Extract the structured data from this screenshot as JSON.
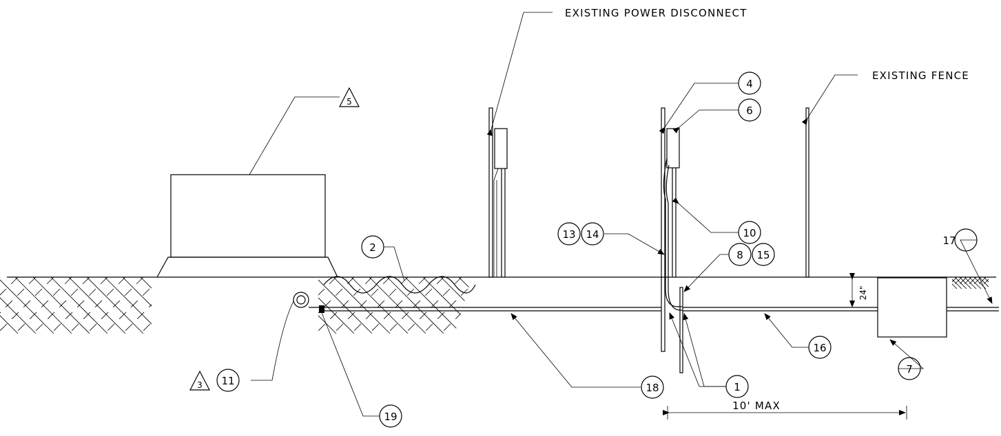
{
  "labels": {
    "existing_power_disconnect": "EXISTING POWER DISCONNECT",
    "existing_fence": "EXISTING FENCE",
    "max_distance": "10' MAX",
    "depth": "24\""
  },
  "callouts": [
    {
      "id": "c1",
      "text": "1"
    },
    {
      "id": "c2",
      "text": "2"
    },
    {
      "id": "c4",
      "text": "4"
    },
    {
      "id": "c6",
      "text": "6"
    },
    {
      "id": "c7",
      "text": "7"
    },
    {
      "id": "c8",
      "text": "8"
    },
    {
      "id": "c10",
      "text": "10"
    },
    {
      "id": "c11",
      "text": "11"
    },
    {
      "id": "c13",
      "text": "13"
    },
    {
      "id": "c14",
      "text": "14"
    },
    {
      "id": "c15",
      "text": "15"
    },
    {
      "id": "c16",
      "text": "16"
    },
    {
      "id": "c17",
      "text": "17"
    },
    {
      "id": "c18",
      "text": "18"
    },
    {
      "id": "c19",
      "text": "19"
    }
  ],
  "deltas": [
    {
      "id": "d3",
      "text": "3"
    },
    {
      "id": "d5",
      "text": "5"
    }
  ]
}
